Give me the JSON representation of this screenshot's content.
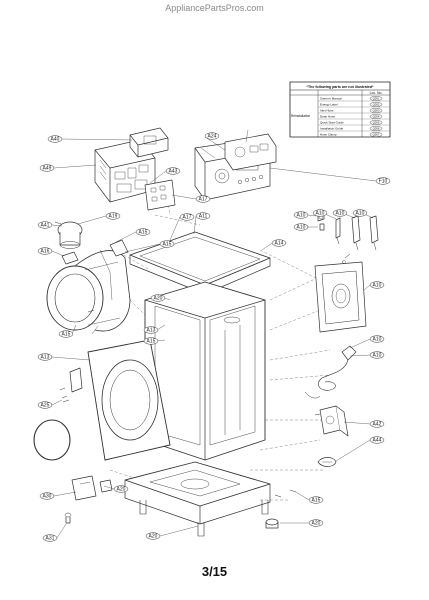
{
  "watermark": "AppliancePartsPros.com",
  "page_number": "3/15",
  "legend": {
    "title": "*The following parts are not illustrated*",
    "col_loc": "Loc. No.",
    "group": "Reinstallation",
    "rows": [
      {
        "desc": "Owner's Manual",
        "loc": "Q001"
      },
      {
        "desc": "Energy Label",
        "loc": "Q002"
      },
      {
        "desc": "Inlet Hose",
        "loc": "Q003"
      },
      {
        "desc": "Drain Hose",
        "loc": "Q004"
      },
      {
        "desc": "Quick Start Guide",
        "loc": "Q005"
      },
      {
        "desc": "Installation Guide",
        "loc": "Q006"
      },
      {
        "desc": "Hose Clamp",
        "loc": "Q007"
      }
    ]
  },
  "callouts": [
    {
      "id": "c1",
      "label": "A40"
    },
    {
      "id": "c2",
      "label": "A49"
    },
    {
      "id": "c3",
      "label": "A43"
    },
    {
      "id": "c4",
      "label": "A17"
    },
    {
      "id": "c5",
      "label": "A41"
    },
    {
      "id": "c6",
      "label": "A19"
    },
    {
      "id": "c7",
      "label": "A16"
    },
    {
      "id": "c8",
      "label": "A15"
    },
    {
      "id": "c9",
      "label": "A15"
    },
    {
      "id": "c10",
      "label": "A15"
    },
    {
      "id": "c11",
      "label": "A17"
    },
    {
      "id": "c12",
      "label": "A11"
    },
    {
      "id": "c13",
      "label": "A14"
    },
    {
      "id": "c14",
      "label": "A20"
    },
    {
      "id": "c15",
      "label": "A13"
    },
    {
      "id": "c16",
      "label": "A15"
    },
    {
      "id": "c17",
      "label": "A13"
    },
    {
      "id": "c18",
      "label": "A25"
    },
    {
      "id": "c19",
      "label": "A30"
    },
    {
      "id": "c20",
      "label": "A20"
    },
    {
      "id": "c21",
      "label": "A31"
    },
    {
      "id": "c22",
      "label": "A24"
    },
    {
      "id": "c23",
      "label": "F10"
    },
    {
      "id": "c24",
      "label": "A10"
    },
    {
      "id": "c25",
      "label": "A10"
    },
    {
      "id": "c26",
      "label": "A10"
    },
    {
      "id": "c27",
      "label": "A10"
    },
    {
      "id": "c28",
      "label": "A10"
    },
    {
      "id": "c29",
      "label": "A10"
    },
    {
      "id": "c30",
      "label": "A10"
    },
    {
      "id": "c31",
      "label": "A10"
    },
    {
      "id": "c32",
      "label": "A42"
    },
    {
      "id": "c33",
      "label": "A44"
    },
    {
      "id": "c34",
      "label": "A15"
    },
    {
      "id": "c35",
      "label": "A20"
    },
    {
      "id": "c36",
      "label": "A20"
    }
  ]
}
